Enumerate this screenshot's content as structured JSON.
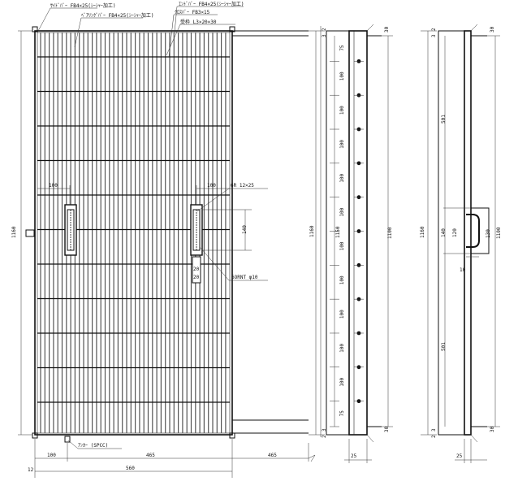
{
  "callouts": {
    "side_bar": "ｻｲﾄﾞﾊﾞｰ FB4×25(ｼｰｼｬｰ加工)",
    "bearing_bar": "ﾍﾞｱﾘﾝｸﾞﾊﾞｰ FB4×25(ｼｰｼｬｰ加工)",
    "end_bar": "ｴﾝﾄﾞﾊﾞｰ FB4×25(ｼｰｼｬｰ加工)",
    "cross_bar": "ｸﾛｽﾊﾞｰ FB3×15",
    "frame": "受枠 L3×20×30",
    "handle_bar": "6R 12×25",
    "hole": "6ORNT φ10",
    "anchor": "ｱﾝｶｰ (SPCC)"
  },
  "front": {
    "height": "1160",
    "handle_offset_left": "100",
    "handle_offset_right": "100",
    "handle_length": "140",
    "handle_gap_a": "20",
    "handle_gap_b": "20",
    "bottom_a": "100",
    "bottom_b": "465",
    "bottom_c": "465",
    "bottom_d": "560",
    "bottom_e": "12"
  },
  "side": {
    "top_a": "2",
    "top_b": "3",
    "top_right": "30",
    "bottom_a": "3",
    "bottom_b": "2",
    "bottom_right": "30",
    "pitches": [
      "75",
      "100",
      "100",
      "100",
      "100",
      "100",
      "100",
      "100",
      "100",
      "100",
      "100",
      "75"
    ],
    "overall": "1160",
    "inner": "1150",
    "right": "1100",
    "width_b": "25"
  },
  "end": {
    "top_a": "2",
    "top_b": "3",
    "top_right": "30",
    "overall": "1160",
    "upper": "501",
    "handle_140": "140",
    "handle_120": "120",
    "lower": "501",
    "right": "1100",
    "handle_130": "130",
    "handle_10": "10",
    "bottom_a": "3",
    "bottom_b": "2",
    "bottom_right": "30",
    "width_b": "25"
  }
}
